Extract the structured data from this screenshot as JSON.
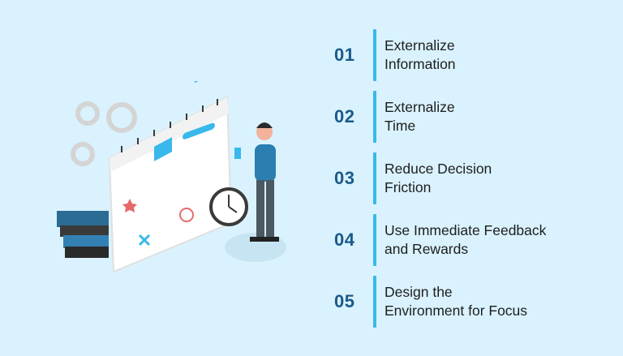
{
  "steps": [
    {
      "number": "01",
      "line1": "Externalize",
      "line2": "Information"
    },
    {
      "number": "02",
      "line1": "Externalize",
      "line2": "Time"
    },
    {
      "number": "03",
      "line1": "Reduce Decision",
      "line2": "Friction"
    },
    {
      "number": "04",
      "line1": "Use Immediate Feedback",
      "line2": "and Rewards"
    },
    {
      "number": "05",
      "line1": "Design the",
      "line2": "Environment for Focus"
    }
  ],
  "colors": {
    "background": "#d9f2fd",
    "number": "#1a5a8a",
    "accent_bar": "#39b8ec",
    "text": "#1e1e1e"
  },
  "illustration": {
    "icons": [
      "calendar-icon",
      "gear-icon",
      "clock-icon",
      "books-icon",
      "person-icon",
      "phone-icon"
    ]
  }
}
